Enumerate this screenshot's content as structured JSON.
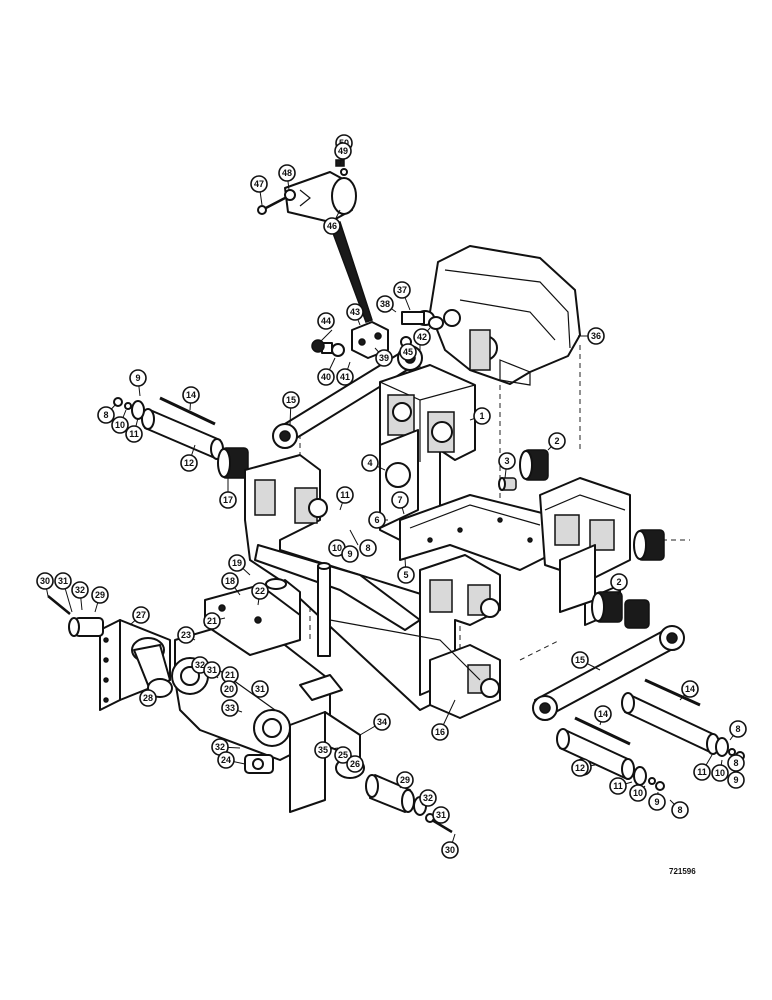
{
  "drawing": {
    "figure_code": "721596",
    "callouts": [
      {
        "label": "50"
      },
      {
        "label": "49"
      },
      {
        "label": "48"
      },
      {
        "label": "47"
      },
      {
        "label": "46"
      },
      {
        "label": "37"
      },
      {
        "label": "38"
      },
      {
        "label": "43"
      },
      {
        "label": "44"
      },
      {
        "label": "42"
      },
      {
        "label": "45"
      },
      {
        "label": "39"
      },
      {
        "label": "41"
      },
      {
        "label": "40"
      },
      {
        "label": "36"
      },
      {
        "label": "9"
      },
      {
        "label": "14"
      },
      {
        "label": "8"
      },
      {
        "label": "10"
      },
      {
        "label": "11"
      },
      {
        "label": "15"
      },
      {
        "label": "1"
      },
      {
        "label": "12"
      },
      {
        "label": "17"
      },
      {
        "label": "4"
      },
      {
        "label": "2"
      },
      {
        "label": "3"
      },
      {
        "label": "7"
      },
      {
        "label": "6"
      },
      {
        "label": "11"
      },
      {
        "label": "10"
      },
      {
        "label": "9"
      },
      {
        "label": "8"
      },
      {
        "label": "5"
      },
      {
        "label": "19"
      },
      {
        "label": "2"
      },
      {
        "label": "30"
      },
      {
        "label": "31"
      },
      {
        "label": "32"
      },
      {
        "label": "29"
      },
      {
        "label": "27"
      },
      {
        "label": "18"
      },
      {
        "label": "22"
      },
      {
        "label": "21"
      },
      {
        "label": "23"
      },
      {
        "label": "28"
      },
      {
        "label": "32"
      },
      {
        "label": "31"
      },
      {
        "label": "21"
      },
      {
        "label": "20"
      },
      {
        "label": "31"
      },
      {
        "label": "15"
      },
      {
        "label": "33"
      },
      {
        "label": "34"
      },
      {
        "label": "16"
      },
      {
        "label": "14"
      },
      {
        "label": "14"
      },
      {
        "label": "8"
      },
      {
        "label": "12"
      },
      {
        "label": "32"
      },
      {
        "label": "24"
      },
      {
        "label": "35"
      },
      {
        "label": "25"
      },
      {
        "label": "26"
      },
      {
        "label": "12"
      },
      {
        "label": "11"
      },
      {
        "label": "10"
      },
      {
        "label": "9"
      },
      {
        "label": "8"
      },
      {
        "label": "11"
      },
      {
        "label": "10"
      },
      {
        "label": "9"
      },
      {
        "label": "8"
      },
      {
        "label": "29"
      },
      {
        "label": "32"
      },
      {
        "label": "31"
      },
      {
        "label": "30"
      }
    ]
  }
}
